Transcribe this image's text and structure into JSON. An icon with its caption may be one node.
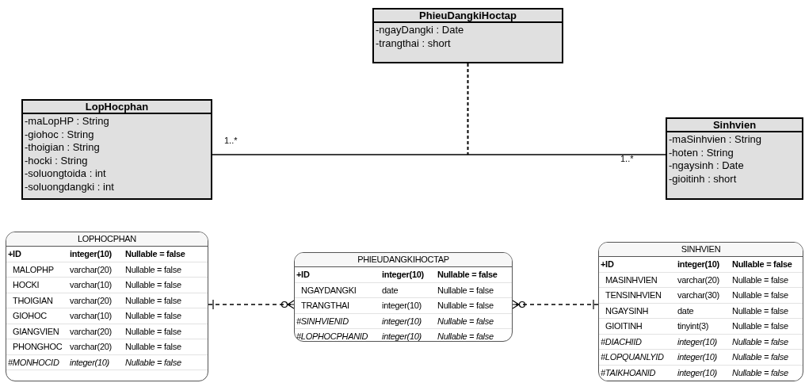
{
  "diagram": {
    "nodes": [
      {
        "text": [
          "LopHocphan",
          "-maLopHP : String",
          "-giohoc : String",
          "-thoigian : String",
          "-hocki : String",
          "-soluongtoida : int",
          "-soluongdangki : int"
        ]
      },
      {
        "text": [
          "PhieuDangkiHoctap",
          "-ngayDangki : Date",
          "-trangthai : short"
        ]
      },
      {
        "text": [
          "Sinhvien",
          "-maSinhvien : String",
          "-hoten : String",
          "-ngaysinh : Date",
          "-gioitinh : short"
        ]
      },
      {
        "text": [
          "LOPHOCPHAN",
          "+ID",
          "integer(10)",
          "Nullable = false",
          "MALOPHP",
          "varchar(20)",
          "Nullable = false",
          "HOCKI",
          "varchar(10)",
          "Nullable = false",
          "THOIGIAN",
          "varchar(20)",
          "Nullable = false",
          "GIOHOC",
          "varchar(10)",
          "Nullable = false",
          "GIANGVIEN",
          "varchar(20)",
          "Nullable = false",
          "PHONGHOC",
          "varchar(20)",
          "Nullable = false",
          "#MONHOCID",
          "integer(10)",
          "Nullable = false"
        ]
      },
      {
        "text": [
          "PHIEUDANGKIHOCTAP",
          "+ID",
          "integer(10)",
          "Nullable = false",
          "NGAYDANGKI",
          "date",
          "Nullable = false",
          "TRANGTHAI",
          "integer(10)",
          "Nullable = false",
          "#SINHVIENID",
          "integer(10)",
          "Nullable = false",
          "#LOPHOCPHANID",
          "integer(10)",
          "Nullable = false"
        ]
      },
      {
        "text": [
          "SINHVIEN",
          "+ID",
          "integer(10)",
          "Nullable = false",
          "MASINHVIEN",
          "varchar(20)",
          "Nullable = false",
          "TENSINHVIEN",
          "varchar(30)",
          "Nullable = false",
          "NGAYSINH",
          "date",
          "Nullable = false",
          "GIOITINH",
          "tinyint(3)",
          "Nullable = false",
          "#DIACHIID",
          "integer(10)",
          "Nullable = false",
          "#LOPQUANLYID",
          "integer(10)",
          "Nullable = false",
          "#TAIKHOANID",
          "integer(10)",
          "Nullable = false"
        ]
      }
    ],
    "edges": [
      {
        "from": 0,
        "to": 2,
        "arrow": "none"
      },
      {
        "from": 1,
        "to": null,
        "arrow": "none",
        "style": "dashed"
      },
      {
        "from": 3,
        "to": 4,
        "arrow": "other",
        "style": "dashed"
      },
      {
        "from": 5,
        "to": 4,
        "arrow": "other",
        "style": "dashed"
      }
    ],
    "labels": [
      "1..*",
      "1..*"
    ]
  }
}
